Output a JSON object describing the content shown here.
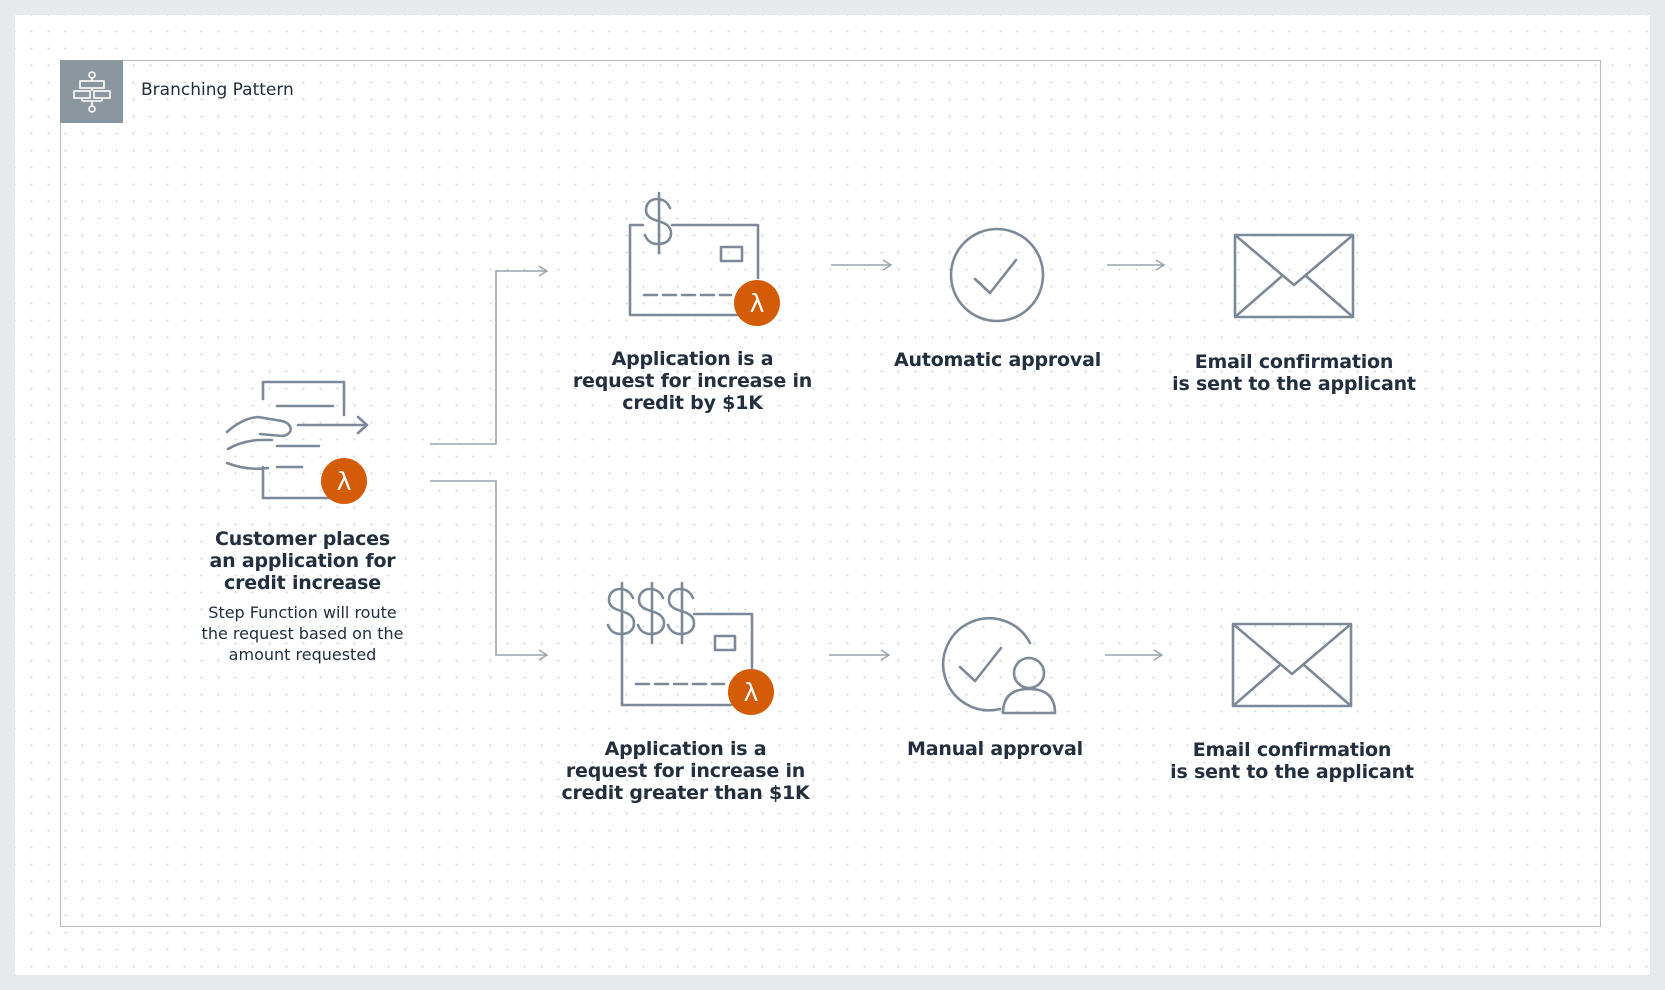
{
  "group": {
    "title": "Branching Pattern",
    "icon": "step-functions-icon"
  },
  "colors": {
    "accent": "#d45b07",
    "icon_stroke": "#7d8998",
    "text": "#232f3e",
    "group_badge": "#8b979f"
  },
  "nodes": {
    "customer": {
      "title_lines": [
        "Customer places",
        "an application for",
        "credit increase"
      ],
      "sub_lines": [
        "Step Function will route",
        "the request based on the",
        "amount requested"
      ],
      "icon": "form-submit-icon"
    },
    "app_small": {
      "title_lines": [
        "Application is a",
        "request for increase in",
        "credit by $1K"
      ],
      "icon": "credit-card-dollar-icon"
    },
    "auto_approval": {
      "title_lines": [
        "Automatic approval"
      ],
      "icon": "checkmark-circle-icon"
    },
    "email_top": {
      "title_lines": [
        "Email confirmation",
        "is sent to the applicant"
      ],
      "icon": "envelope-icon"
    },
    "app_large": {
      "title_lines": [
        "Application is a",
        "request for increase in",
        "credit greater than $1K"
      ],
      "icon": "credit-card-multi-dollar-icon"
    },
    "manual_approval": {
      "title_lines": [
        "Manual approval"
      ],
      "icon": "person-check-icon"
    },
    "email_bottom": {
      "title_lines": [
        "Email confirmation",
        "is sent to the applicant"
      ],
      "icon": "envelope-icon"
    }
  },
  "lambda_glyph": "λ"
}
